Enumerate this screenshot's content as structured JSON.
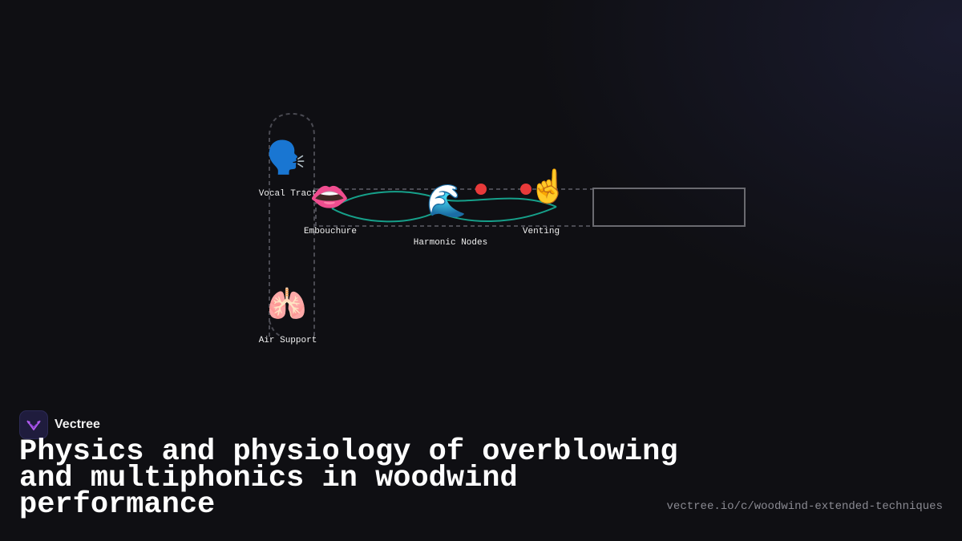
{
  "diagram": {
    "nodes": [
      {
        "icon": "speaking-head-icon",
        "emoji": "🗣️",
        "label": "Vocal Tract"
      },
      {
        "icon": "mouth-icon",
        "emoji": "👄",
        "label": "Embouchure"
      },
      {
        "icon": "water-wave-icon",
        "emoji": "🌊",
        "label": "Harmonic Nodes"
      },
      {
        "icon": "pointing-finger-icon",
        "emoji": "☝️",
        "label": "Venting"
      },
      {
        "icon": "lungs-icon",
        "emoji": "🫁",
        "label": "Air Support"
      }
    ],
    "colors": {
      "wave": "#16a08a",
      "node_dot": "#e83a3a",
      "dashed_outline": "#4a4a52",
      "bell_outline": "#6a6a70"
    }
  },
  "brand": {
    "name": "Vectree",
    "logo_icon": "vectree-logo-icon",
    "logo_color": "#b25cf0"
  },
  "title": "Physics and physiology of overblowing and multiphonics in woodwind performance",
  "url": "vectree.io/c/woodwind-extended-techniques"
}
